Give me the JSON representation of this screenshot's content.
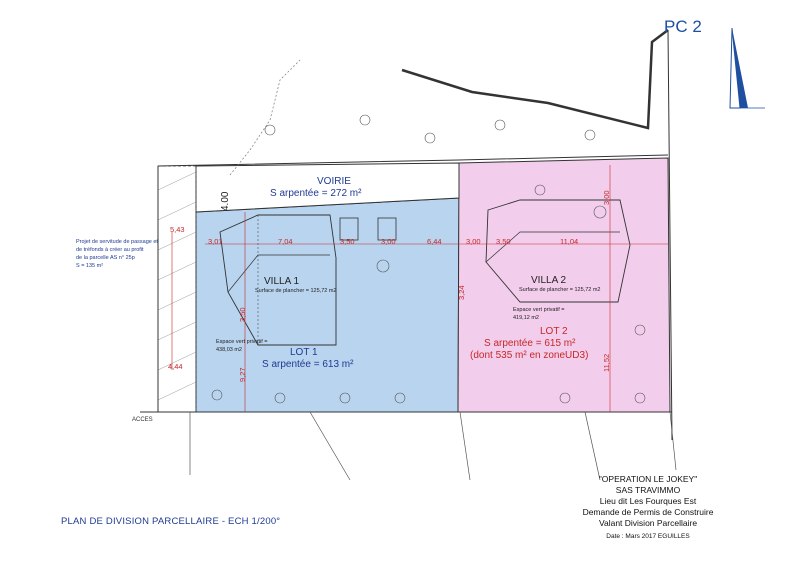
{
  "sheet_id": "PC 2",
  "voirie": {
    "label": "VOIRIE",
    "area": "S arpentée = 272 m²"
  },
  "lot1": {
    "villa": "VILLA 1",
    "surface_plancher": "Surface de plancher = 125,72 m2",
    "espace_vert_label": "Espace vert privatif =",
    "espace_vert_value": "438,03 m2",
    "lot": "LOT 1",
    "area": "S arpentée = 613 m²"
  },
  "lot2": {
    "villa": "VILLA 2",
    "surface_plancher": "Surface de plancher = 125,72 m2",
    "espace_vert_label": "Espace vert privatif =",
    "espace_vert_value": "419,12 m2",
    "lot": "LOT 2",
    "area": "S arpentée = 615 m²",
    "zone": "(dont 535 m² en zoneUD3)"
  },
  "servitude": {
    "line1": "Projet de servitude de passage et",
    "line2": "de tréfonds à créer au profit",
    "line3": "de la parcelle AS n° 25p",
    "line4": "S = 135 m²"
  },
  "acces": "ACCES",
  "dimensions": {
    "d400": "4.00",
    "d301": "3,01",
    "d704": "7,04",
    "d350a": "3,50",
    "d300a": "3,00",
    "d644": "6,44",
    "d300b": "3,00",
    "d350b": "3,50",
    "d1104": "11,04",
    "d543": "5,43",
    "d444": "4,44",
    "d350c": "3,50",
    "d927": "9,27",
    "d1152": "11,52",
    "d300c": "3,00",
    "d324": "3,24"
  },
  "footer": {
    "plan_title": "PLAN DE DIVISION PARCELLAIRE - ECH 1/200°",
    "operation": "\"OPERATION LE JOKEY\"",
    "company": "SAS TRAVIMMO",
    "lieu": "Lieu dit Les Fourques Est",
    "demande": "Demande de Permis de Construire",
    "valant": "Valant Division Parcellaire",
    "date": "Date : Mars 2017     EGUILLES"
  },
  "colors": {
    "lot1_fill": "#b9d4ef",
    "lot2_fill": "#f3cdec",
    "plan_lines": "#333333",
    "dimension_red": "#c62828",
    "text_blue": "#1f3a93"
  }
}
